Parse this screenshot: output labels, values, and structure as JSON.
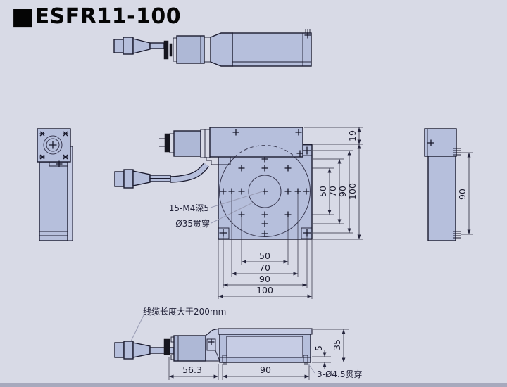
{
  "title": {
    "marker": "■",
    "text": "ESFR11-100"
  },
  "colors": {
    "background": "#d8dae6",
    "body_fill": "#b6bfdc",
    "outline": "#1b1b2f"
  },
  "plan_view": {
    "label_holes": "15-M4深5",
    "label_bore": "Ø35贯穿",
    "dim_19": "19",
    "dims_right": [
      "50",
      "70",
      "90",
      "100"
    ],
    "dims_bottom": [
      "50",
      "70",
      "90",
      "100"
    ]
  },
  "right_view": {
    "dim_height": "90"
  },
  "front_view": {
    "label_cable": "线缆长度大于200mm",
    "label_holes": "3-Ø4.5贯穿",
    "dim_motor_length": "56.3",
    "dim_body_length": "90",
    "dim_base_height": "5",
    "dim_total_height": "35"
  }
}
